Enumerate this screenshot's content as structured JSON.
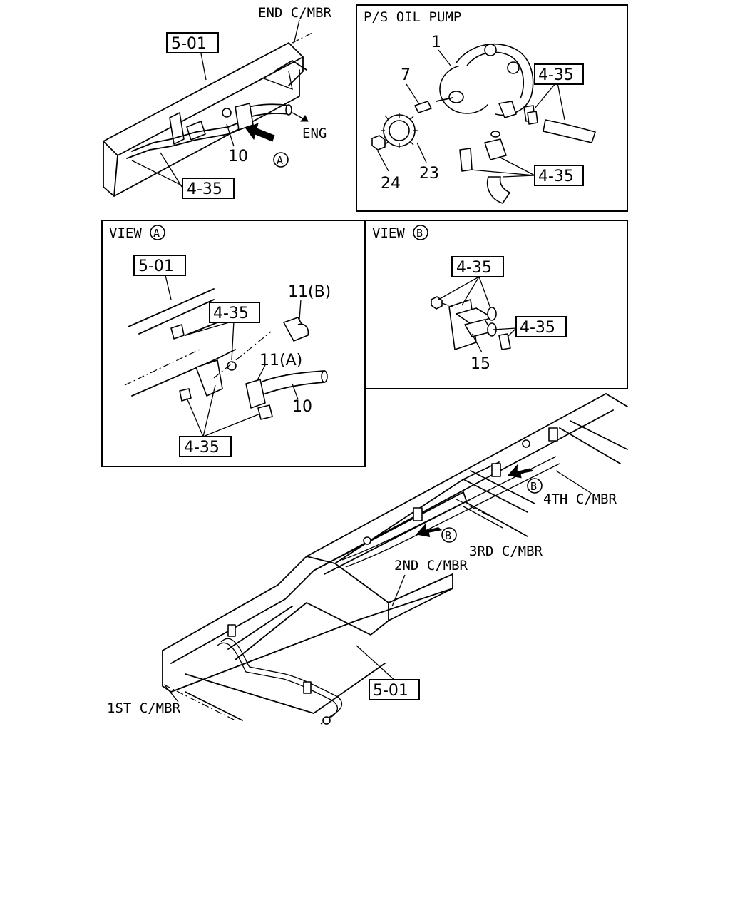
{
  "top_left": {
    "ref_frame": "5-01",
    "member_label": "END C/MBR",
    "eng_label": "ENG",
    "part_hose": "10",
    "view_marker": "A",
    "ref_bracket": "4-35"
  },
  "pump_panel": {
    "title": "P/S OIL PUMP",
    "part_pump": "1",
    "part_bolt": "7",
    "part_gear": "23",
    "part_nut": "24",
    "ref_hose": "4-35",
    "ref_pipe": "4-35"
  },
  "view_a": {
    "title": "VIEW",
    "marker": "A",
    "ref_frame": "5-01",
    "ref_upper": "4-35",
    "ref_lower": "4-35",
    "part_clip_b": "11(B)",
    "part_clip_a": "11(A)",
    "part_hose": "10"
  },
  "view_b": {
    "title": "VIEW",
    "marker": "B",
    "ref_upper": "4-35",
    "ref_right": "4-35",
    "part_clip": "15"
  },
  "chassis": {
    "label_4th": "4TH C/MBR",
    "label_3rd": "3RD C/MBR",
    "label_2nd": "2ND C/MBR",
    "label_1st": "1ST C/MBR",
    "ref_frame": "5-01",
    "marker_b1": "B",
    "marker_b2": "B"
  }
}
